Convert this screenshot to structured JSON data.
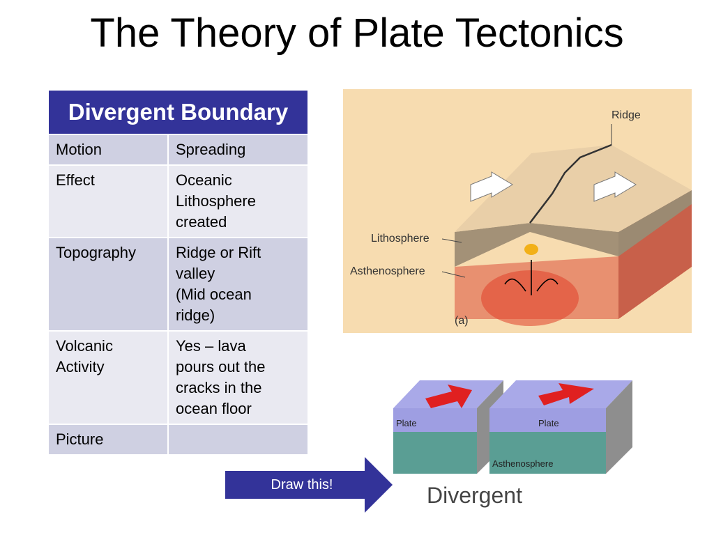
{
  "slide": {
    "title": "The Theory of Plate Tectonics"
  },
  "table": {
    "header": "Divergent Boundary",
    "rows": [
      {
        "label": "Motion",
        "value": [
          "Spreading"
        ]
      },
      {
        "label": "Effect",
        "value": [
          "Oceanic",
          "Lithosphere",
          "created"
        ]
      },
      {
        "label": "Topography",
        "value": [
          "Ridge or Rift",
          "valley",
          "(Mid ocean",
          "ridge)"
        ]
      },
      {
        "label": "Volcanic Activity",
        "value": [
          "Yes – lava",
          "pours out the",
          "cracks in the",
          "ocean floor"
        ]
      },
      {
        "label": "Picture",
        "value": [
          ""
        ]
      }
    ]
  },
  "figure_a": {
    "ridge_label": "Ridge",
    "lithosphere_label": "Lithosphere",
    "asthenosphere_label": "Asthenosphere",
    "panel_label": "(a)"
  },
  "figure_b": {
    "plate_left_label": "Plate",
    "plate_right_label": "Plate",
    "asthenosphere_label": "Asthenosphere",
    "caption": "Divergent"
  },
  "callout": {
    "label": "Draw this!",
    "color": "#333399"
  },
  "colors": {
    "header_bg": "#333399",
    "row_dark": "#cfd0e2",
    "row_light": "#e9e9f1"
  }
}
